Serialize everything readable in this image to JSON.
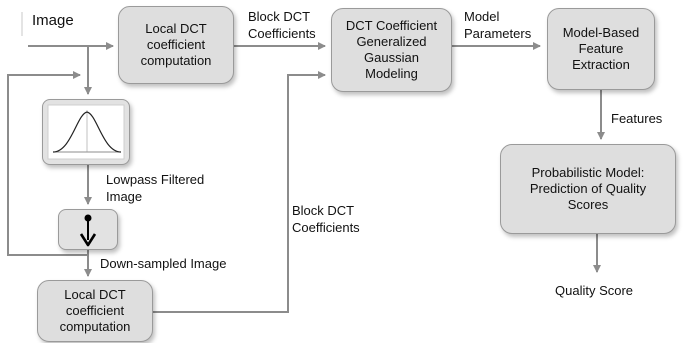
{
  "labels": {
    "image": "Image",
    "block_dct_top": "Block DCT\nCoefficients",
    "model_parameters": "Model\nParameters",
    "features": "Features",
    "lowpass": "Lowpass Filtered\nImage",
    "block_dct_bottom": "Block DCT\nCoefficients",
    "downsampled": "Down-sampled Image",
    "quality_score": "Quality Score"
  },
  "boxes": {
    "local_dct_top": "Local DCT\ncoefficient\ncomputation",
    "ggd_model": "DCT Coefficient\nGeneralized\nGaussian\nModeling",
    "feature_extraction": "Model-Based\nFeature\nExtraction",
    "probabilistic_model": "Probabilistic Model:\nPrediction of Quality\nScores",
    "local_dct_bottom": "Local DCT\ncoefficient\ncomputation"
  },
  "icons": {
    "gaussian": "gaussian-curve-icon",
    "downsample": "downsample-arrow-icon"
  },
  "colors": {
    "box_fill": "#dedede",
    "arrow": "#8c8c8c",
    "text": "#111111"
  }
}
